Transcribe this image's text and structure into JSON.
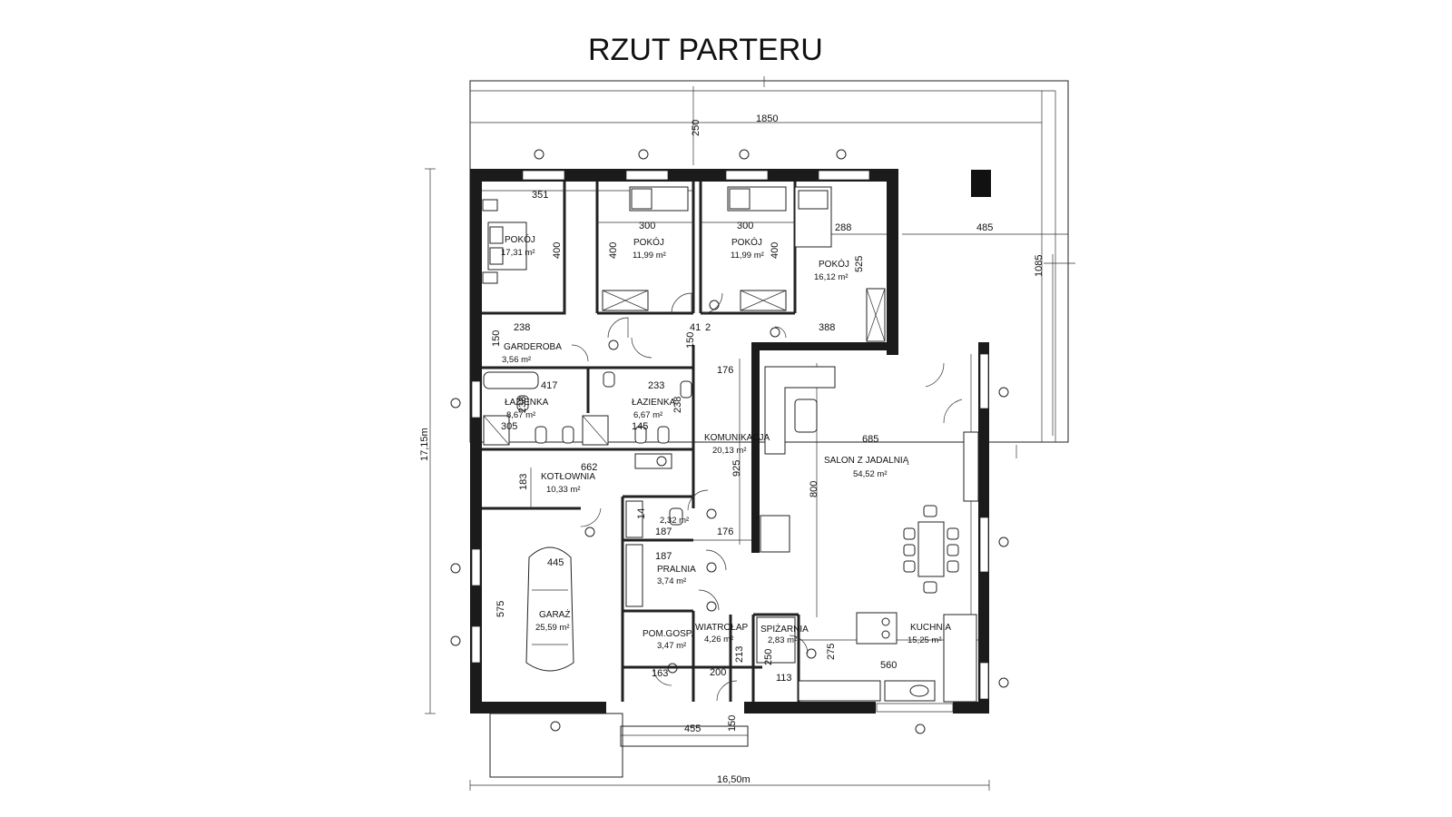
{
  "title": "RZUT PARTERU",
  "rooms": [
    {
      "id": "pokoj1",
      "name": "POKÓJ",
      "area": "17,31 m²"
    },
    {
      "id": "pokoj2",
      "name": "POKÓJ",
      "area": "11,99 m²"
    },
    {
      "id": "pokoj3",
      "name": "POKÓJ",
      "area": "11,99 m²"
    },
    {
      "id": "pokoj4",
      "name": "POKÓJ",
      "area": "16,12 m²"
    },
    {
      "id": "garderoba",
      "name": "GARDEROBA",
      "area": "3,56 m²"
    },
    {
      "id": "lazienka1",
      "name": "ŁAZIENKA",
      "area": "8,67 m²"
    },
    {
      "id": "lazienka2",
      "name": "ŁAZIENKA",
      "area": "6,67 m²"
    },
    {
      "id": "komunikacja",
      "name": "KOMUNIKACJA",
      "area": "20,13 m²"
    },
    {
      "id": "salon",
      "name": "SALON Z JADALNIĄ",
      "area": "54,52 m²"
    },
    {
      "id": "kotlownia",
      "name": "KOTŁOWNIA",
      "area": "10,33 m²"
    },
    {
      "id": "wc",
      "name": "",
      "area": "2,32 m²"
    },
    {
      "id": "pralnia",
      "name": "PRALNIA",
      "area": "3,74 m²"
    },
    {
      "id": "garaz",
      "name": "GARAŻ",
      "area": "25,59 m²"
    },
    {
      "id": "pomgosp",
      "name": "POM.GOSP.",
      "area": "3,47 m²"
    },
    {
      "id": "wiatrolap",
      "name": "WIATROŁAP",
      "area": "4,26 m²"
    },
    {
      "id": "spizarnia",
      "name": "SPIŻARNIA",
      "area": "2,83 m²"
    },
    {
      "id": "kuchnia",
      "name": "KUCHNIA",
      "area": "15,25 m²"
    }
  ],
  "dimensions": {
    "d1850": "1850",
    "d250": "250",
    "d485": "485",
    "d1085": "1085",
    "d1715": "17,15m",
    "d1650": "16,50m",
    "d351": "351",
    "d300a": "300",
    "d300b": "300",
    "d288": "288",
    "d400a": "400",
    "d400b": "400",
    "d400c": "400",
    "d525": "525",
    "d238a": "238",
    "d150a": "150",
    "d41": "41",
    "d2": "2",
    "d150b": "150",
    "d388": "388",
    "d417": "417",
    "d233": "233",
    "d238b": "238",
    "d238c": "238",
    "d305": "305",
    "d145": "145",
    "d176a": "176",
    "d925": "925",
    "d685": "685",
    "d662": "662",
    "d183": "183",
    "d800": "800",
    "d14": "14",
    "d187a": "187",
    "d176b": "176",
    "d187b": "187",
    "d445": "445",
    "d575": "575",
    "d163": "163",
    "d200": "200",
    "d213": "213",
    "d250b": "250",
    "d113": "113",
    "d275": "275",
    "d560": "560",
    "d455": "455",
    "d150c": "150"
  }
}
